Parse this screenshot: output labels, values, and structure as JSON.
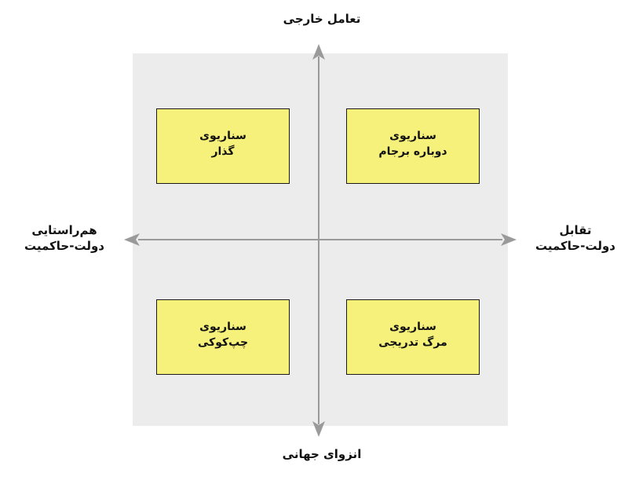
{
  "axes": {
    "top": "تعامل خارجی",
    "bottom": "انزوای جهانی",
    "left_line1": "هم‌راستایی",
    "left_line2": "دولت-حاکمیت",
    "right_line1": "تقابل",
    "right_line2": "دولت-حاکمیت"
  },
  "scenarios": {
    "top_left": {
      "line1": "سناریوی",
      "line2": "گذار"
    },
    "top_right": {
      "line1": "سناریوی",
      "line2": "دوباره برجام"
    },
    "bottom_left": {
      "line1": "سناریوی",
      "line2": "چپ‌کوکی"
    },
    "bottom_right": {
      "line1": "سناریوی",
      "line2": "مرگ تدریجی"
    }
  },
  "colors": {
    "box_fill": "#f5f17a",
    "background": "#ececec",
    "axis": "#9a9a9a"
  }
}
